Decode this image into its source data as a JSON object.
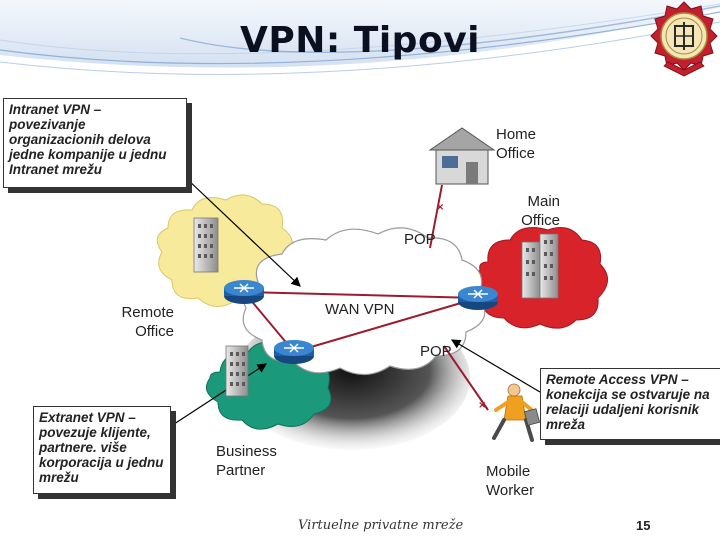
{
  "slide": {
    "title": "VPN: Tipovi",
    "footer": "Virtuelne privatne mreže",
    "page_number": "15"
  },
  "callouts": {
    "intranet": "Intranet VPN – povezivanje organizacionih delova jedne kompanije u jednu Intranet mrežu",
    "extranet": "Extranet VPN – povezuje klijente, partnere. više korporacija u jednu mrežu",
    "remote_access": "Remote Access VPN – konekcija se ostvaruje na relaciji udaljeni korisnik mreža"
  },
  "labels": {
    "home_office": "Home Office",
    "main_office": "Main Office",
    "pop_top": "POP",
    "pop_bottom": "POP",
    "wan_vpn": "WAN VPN",
    "remote_office": "Remote Office",
    "business_partner": "Business Partner",
    "mobile_worker": "Mobile Worker"
  },
  "colors": {
    "header_blue": "#1d4f8f",
    "cloud_yellow": "#f7ea9a",
    "cloud_red": "#d8232a",
    "cloud_green": "#1a9a7a",
    "router_blue": "#1d5fa8",
    "link_red": "#9b1b30"
  },
  "icons": [
    "university-crest-logo",
    "house-icon",
    "office-building-icon",
    "router-icon",
    "mobile-worker-icon"
  ]
}
